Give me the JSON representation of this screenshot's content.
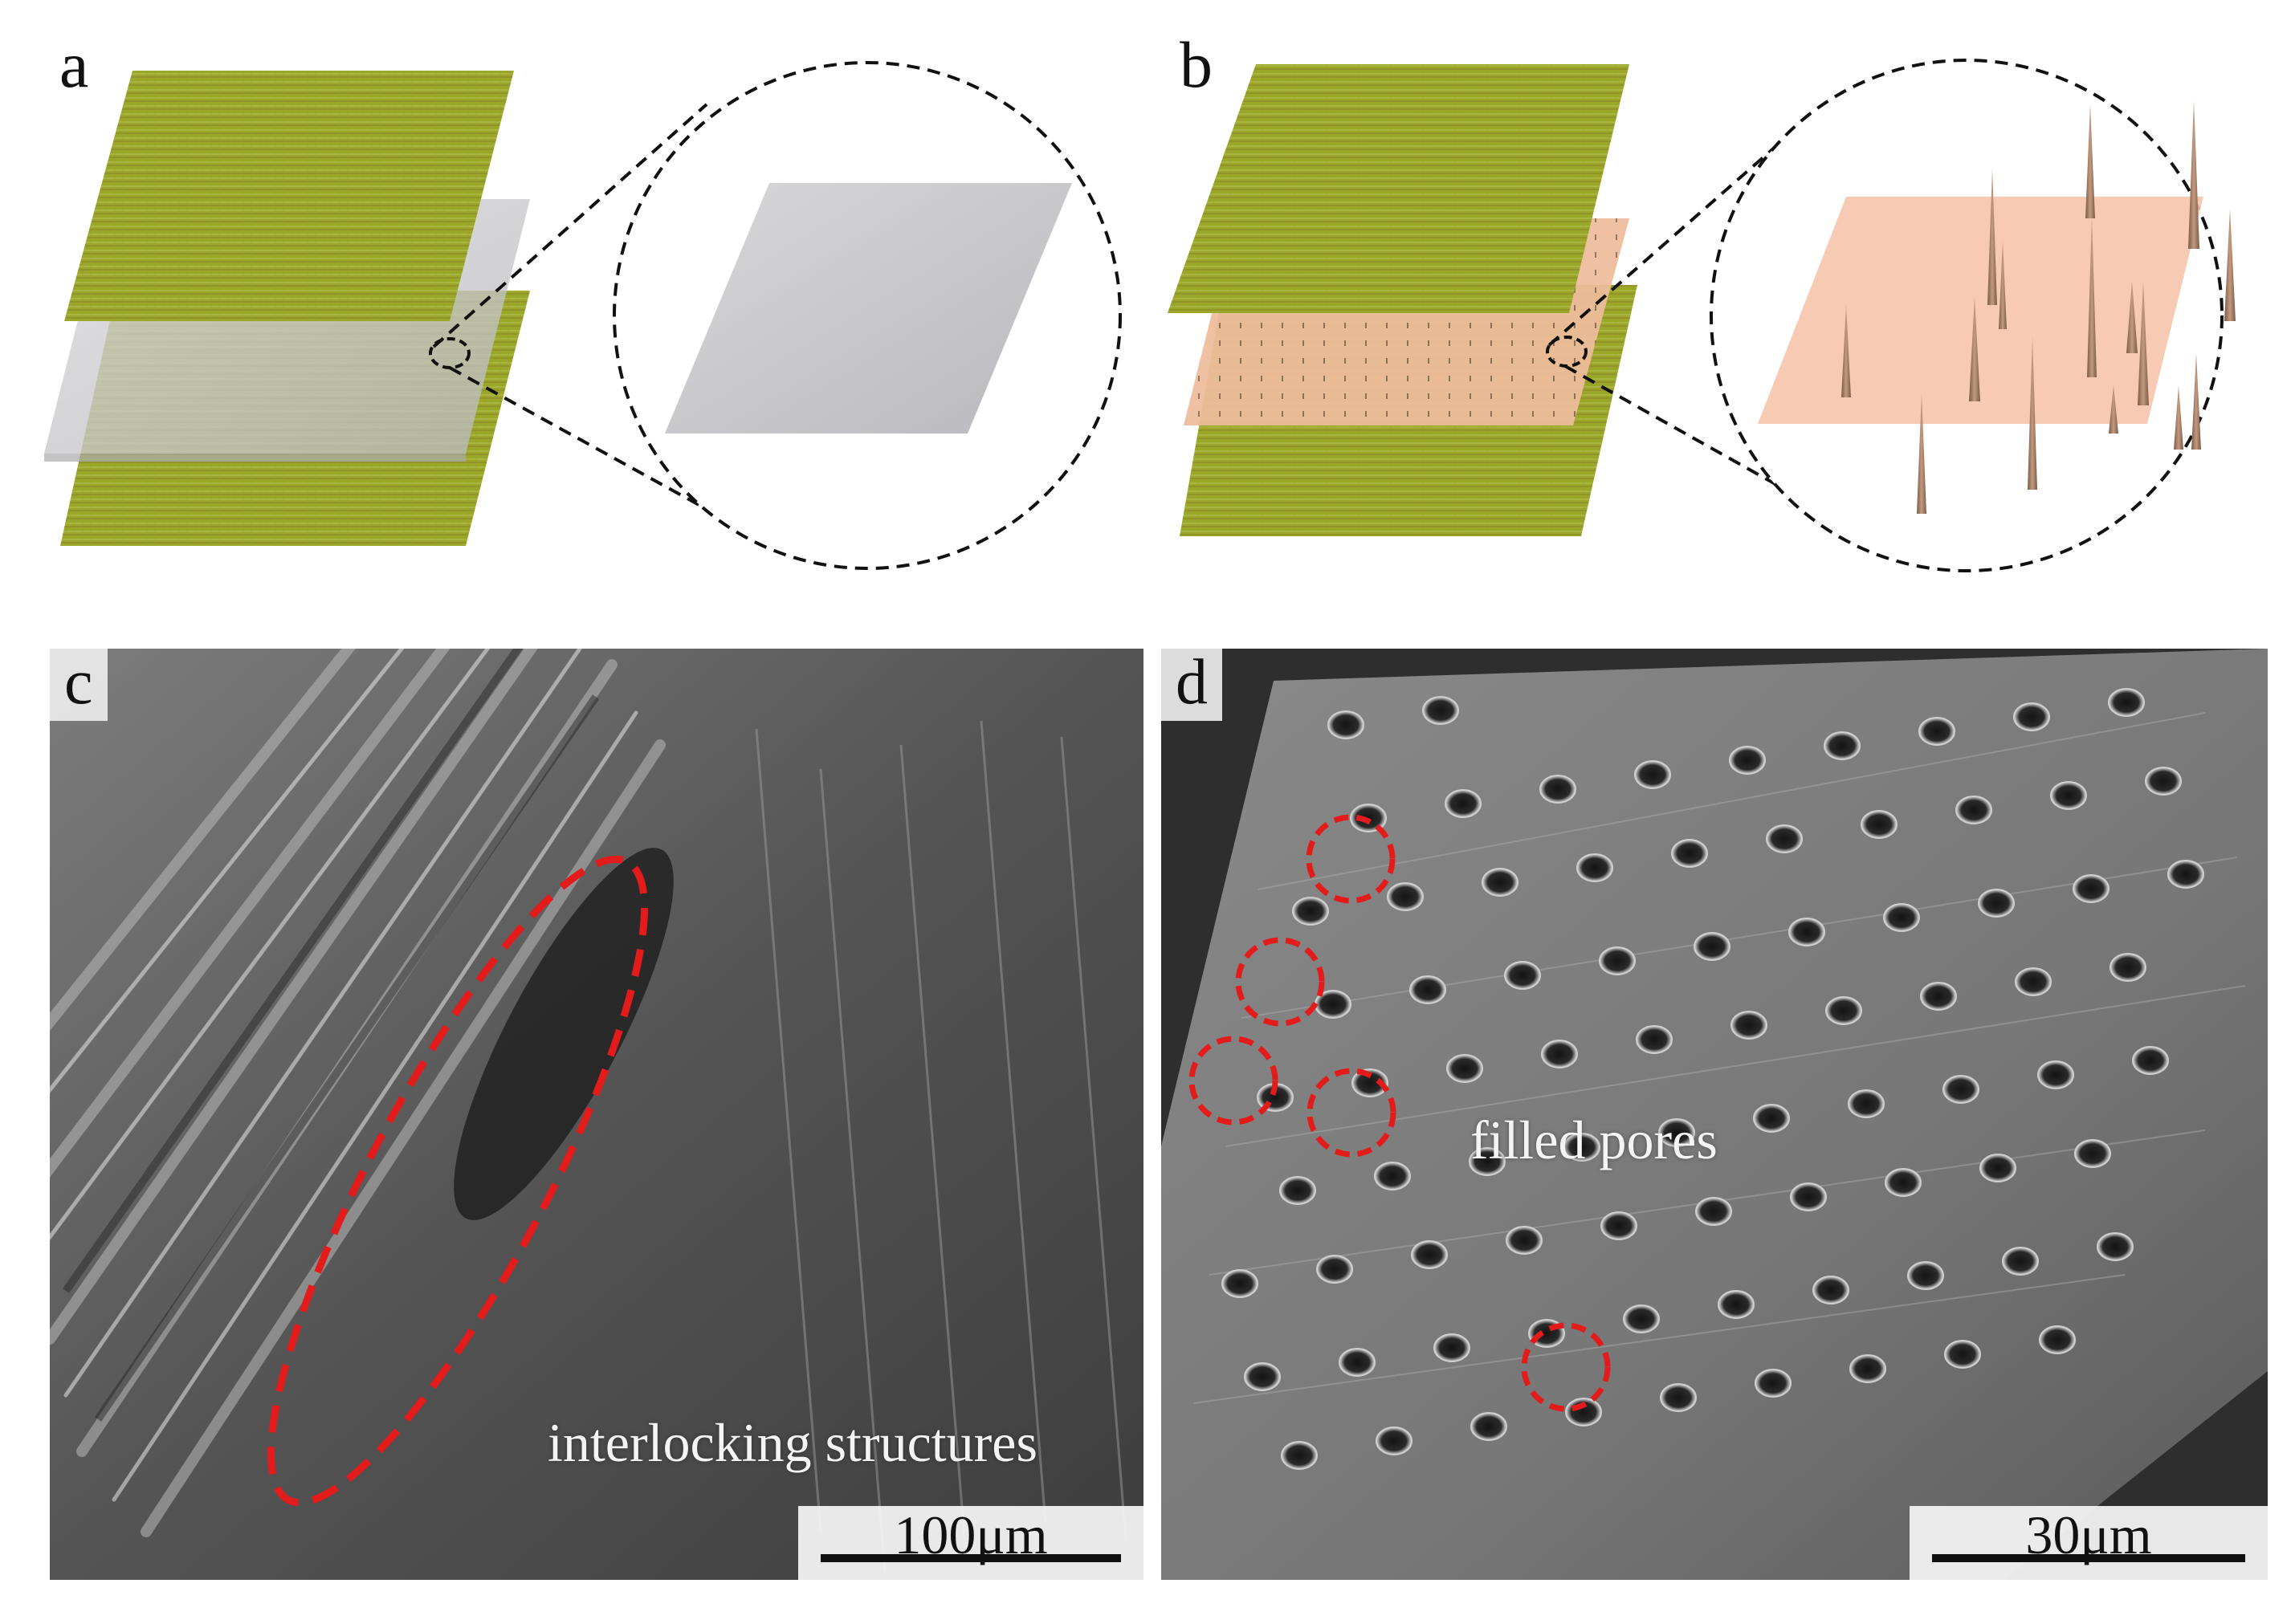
{
  "panels": {
    "a": {
      "label": "a"
    },
    "b": {
      "label": "b"
    },
    "c": {
      "label": "c",
      "annotation": "interlocking structures",
      "scale_bar": "100μm"
    },
    "d": {
      "label": "d",
      "annotation": "filled pores",
      "scale_bar": "30μm"
    }
  },
  "colors": {
    "fiber_ply": "#9aa82a",
    "plain_film": "#c9c9cc",
    "porous_film": "#f6c2a6",
    "needle": "#a77c62",
    "highlight": "#e31b1b",
    "sem_bg": "#4a4a4a"
  }
}
